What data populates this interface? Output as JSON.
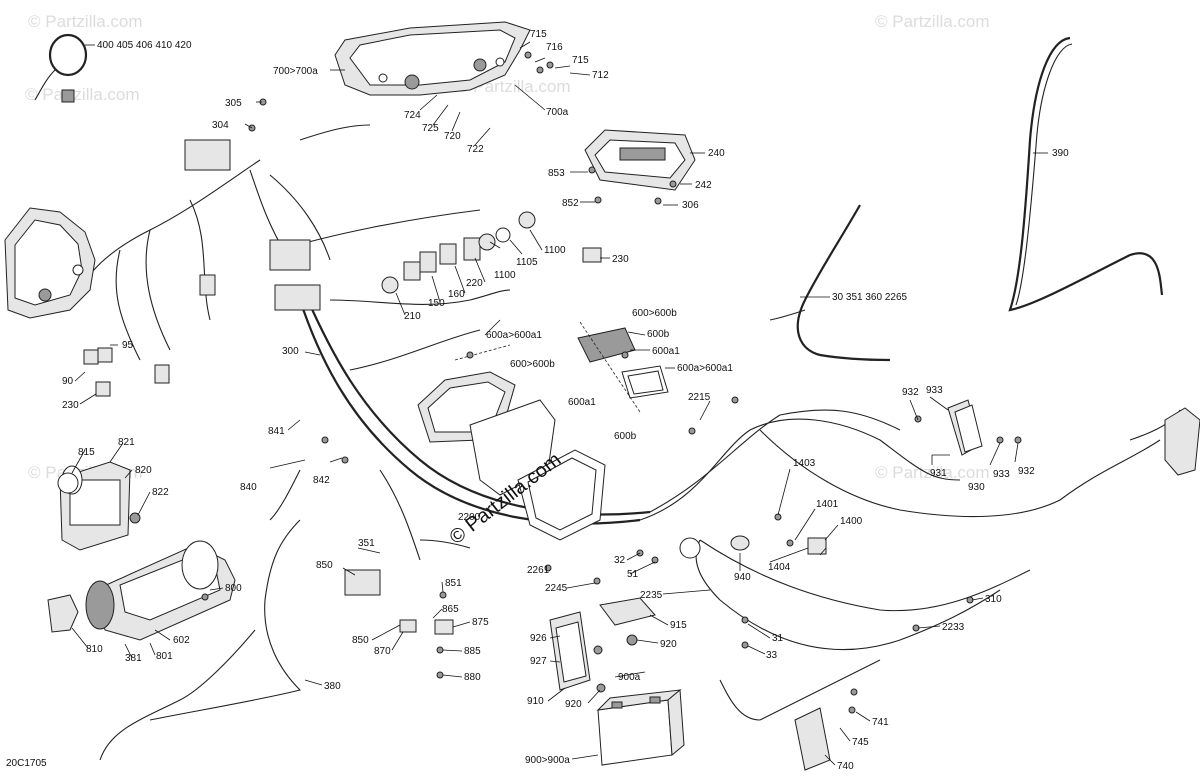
{
  "diagram": {
    "code": "20C1705",
    "watermark_center": "© Partzilla.com",
    "watermarks": [
      "© Partzilla.com",
      "© Partzilla.com",
      "© Partzilla.com",
      "© Partzilla.com",
      "© Partzilla.com",
      "© Partzilla.com"
    ],
    "callouts": [
      {
        "id": "c-400",
        "text": "400 405 406 410 420"
      },
      {
        "id": "c-700",
        "text": "700>700a"
      },
      {
        "id": "c-715a",
        "text": "715"
      },
      {
        "id": "c-716",
        "text": "716"
      },
      {
        "id": "c-715b",
        "text": "715"
      },
      {
        "id": "c-712",
        "text": "712"
      },
      {
        "id": "c-700a",
        "text": "700a"
      },
      {
        "id": "c-724",
        "text": "724"
      },
      {
        "id": "c-725",
        "text": "725"
      },
      {
        "id": "c-720",
        "text": "720"
      },
      {
        "id": "c-722",
        "text": "722"
      },
      {
        "id": "c-305",
        "text": "305"
      },
      {
        "id": "c-304",
        "text": "304"
      },
      {
        "id": "c-240",
        "text": "240"
      },
      {
        "id": "c-853",
        "text": "853"
      },
      {
        "id": "c-242",
        "text": "242"
      },
      {
        "id": "c-852",
        "text": "852"
      },
      {
        "id": "c-306",
        "text": "306"
      },
      {
        "id": "c-390",
        "text": "390"
      },
      {
        "id": "c-1100a",
        "text": "1100"
      },
      {
        "id": "c-1105",
        "text": "1105"
      },
      {
        "id": "c-1100b",
        "text": "1100"
      },
      {
        "id": "c-230a",
        "text": "230"
      },
      {
        "id": "c-220",
        "text": "220"
      },
      {
        "id": "c-160",
        "text": "160"
      },
      {
        "id": "c-150",
        "text": "150"
      },
      {
        "id": "c-210",
        "text": "210"
      },
      {
        "id": "c-30",
        "text": "30 351 360 2265"
      },
      {
        "id": "c-600-600b",
        "text": "600>600b"
      },
      {
        "id": "c-600a-600a1",
        "text": "600a>600a1"
      },
      {
        "id": "c-600b",
        "text": "600b"
      },
      {
        "id": "c-600a1",
        "text": "600a1"
      },
      {
        "id": "c-600a-600a1b",
        "text": "600a>600a1"
      },
      {
        "id": "c-95",
        "text": "95"
      },
      {
        "id": "c-90",
        "text": "90"
      },
      {
        "id": "c-230b",
        "text": "230"
      },
      {
        "id": "c-300",
        "text": "300"
      },
      {
        "id": "c-600-600b2",
        "text": "600>600b"
      },
      {
        "id": "c-600a1b",
        "text": "600a1"
      },
      {
        "id": "c-600b2",
        "text": "600b"
      },
      {
        "id": "c-2215",
        "text": "2215"
      },
      {
        "id": "c-932a",
        "text": "932"
      },
      {
        "id": "c-933a",
        "text": "933"
      },
      {
        "id": "c-841",
        "text": "841"
      },
      {
        "id": "c-840",
        "text": "840"
      },
      {
        "id": "c-842",
        "text": "842"
      },
      {
        "id": "c-815",
        "text": "815"
      },
      {
        "id": "c-821",
        "text": "821"
      },
      {
        "id": "c-820",
        "text": "820"
      },
      {
        "id": "c-822",
        "text": "822"
      },
      {
        "id": "c-931",
        "text": "931"
      },
      {
        "id": "c-930",
        "text": "930"
      },
      {
        "id": "c-933b",
        "text": "933"
      },
      {
        "id": "c-932b",
        "text": "932"
      },
      {
        "id": "c-1403",
        "text": "1403"
      },
      {
        "id": "c-1401",
        "text": "1401"
      },
      {
        "id": "c-1400",
        "text": "1400"
      },
      {
        "id": "c-1404",
        "text": "1404"
      },
      {
        "id": "c-2200",
        "text": "2200"
      },
      {
        "id": "c-351",
        "text": "351"
      },
      {
        "id": "c-850a",
        "text": "850"
      },
      {
        "id": "c-851",
        "text": "851"
      },
      {
        "id": "c-2261",
        "text": "2261"
      },
      {
        "id": "c-32",
        "text": "32"
      },
      {
        "id": "c-51",
        "text": "51"
      },
      {
        "id": "c-940",
        "text": "940"
      },
      {
        "id": "c-800",
        "text": "800"
      },
      {
        "id": "c-2245",
        "text": "2245"
      },
      {
        "id": "c-2235",
        "text": "2235"
      },
      {
        "id": "c-310",
        "text": "310"
      },
      {
        "id": "c-2233",
        "text": "2233"
      },
      {
        "id": "c-602",
        "text": "602"
      },
      {
        "id": "c-810",
        "text": "810"
      },
      {
        "id": "c-381",
        "text": "381"
      },
      {
        "id": "c-801",
        "text": "801"
      },
      {
        "id": "c-865",
        "text": "865"
      },
      {
        "id": "c-875",
        "text": "875"
      },
      {
        "id": "c-850b",
        "text": "850"
      },
      {
        "id": "c-870",
        "text": "870"
      },
      {
        "id": "c-885",
        "text": "885"
      },
      {
        "id": "c-880",
        "text": "880"
      },
      {
        "id": "c-926",
        "text": "926"
      },
      {
        "id": "c-927",
        "text": "927"
      },
      {
        "id": "c-915",
        "text": "915"
      },
      {
        "id": "c-920a",
        "text": "920"
      },
      {
        "id": "c-31",
        "text": "31"
      },
      {
        "id": "c-33",
        "text": "33"
      },
      {
        "id": "c-380",
        "text": "380"
      },
      {
        "id": "c-900a",
        "text": "900a"
      },
      {
        "id": "c-910",
        "text": "910"
      },
      {
        "id": "c-920b",
        "text": "920"
      },
      {
        "id": "c-741",
        "text": "741"
      },
      {
        "id": "c-745",
        "text": "745"
      },
      {
        "id": "c-740",
        "text": "740"
      },
      {
        "id": "c-900-900a",
        "text": "900>900a"
      }
    ]
  }
}
